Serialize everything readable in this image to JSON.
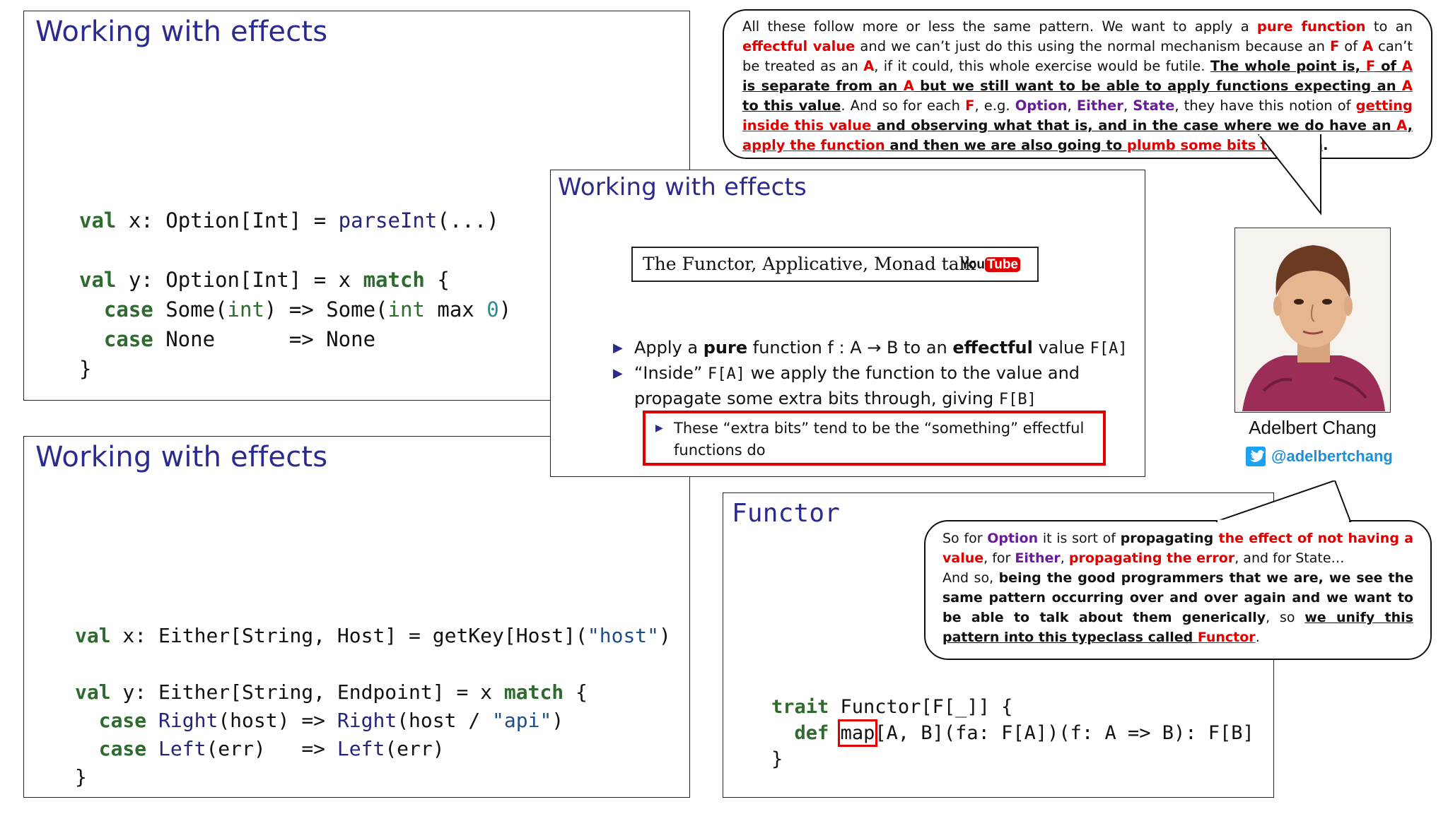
{
  "slide1": {
    "title": "Working with effects",
    "line1": {
      "kw": "val",
      "rest1": " x: Option[Int] = ",
      "fn": "parseInt",
      "rest2": "(...)"
    },
    "line2": {
      "kw": "val",
      "rest1": " y: Option[Int] = x ",
      "kw2": "match",
      "rest2": " {"
    },
    "line3": {
      "kw": "case",
      "a": " Some(",
      "b": "int",
      "c": ") => Some(",
      "d": "int",
      "e": " max ",
      "f": "0",
      "g": ")"
    },
    "line4": {
      "kw": "case",
      "rest": " None      => None"
    },
    "line5": "}"
  },
  "slide2": {
    "title": "Working with effects",
    "line1": {
      "kw": "val",
      "rest1": " x: Either[String, Host] = getKey[Host](",
      "str": "\"host\"",
      "rest2": ")"
    },
    "line2": {
      "kw": "val",
      "rest1": " y: Either[String, Endpoint] = x ",
      "kw2": "match",
      "rest2": " {"
    },
    "line3": {
      "kw": "case",
      "a": " ",
      "b": "Right",
      "c": "(host) => ",
      "d": "Right",
      "e": "(host / ",
      "str": "\"api\"",
      "f": ")"
    },
    "line4": {
      "kw": "case",
      "a": " ",
      "b": "Left",
      "c": "(err)   => ",
      "d": "Left",
      "e": "(err)"
    },
    "line5": "}"
  },
  "slide3": {
    "title": "Working with effects",
    "talk_box": "The Functor, Applicative, Monad talk",
    "youtube_logo": "YouTube",
    "bullet1": {
      "a": "Apply a ",
      "pure": "pure",
      "b": " function f : A → B to an ",
      "effectful": "effectful",
      "c": " value ",
      "code": "F[A]"
    },
    "bullet2": {
      "a": "“Inside” ",
      "code1": "F[A]",
      "b": " we apply the function to the value and propagate some extra bits through, giving ",
      "code2": "F[B]"
    },
    "sub_bullet": "These “extra bits” tend to be the “something” effectful functions do"
  },
  "slide4": {
    "title": "Functor",
    "line1": {
      "kw": "trait",
      "rest": " Functor[F[_]] {"
    },
    "line2": {
      "kw": "def",
      "sp": " ",
      "map": "map",
      "rest": "[A, B](fa: F[A])(f: A => B): F[B]"
    },
    "line3": "}"
  },
  "bubble_top": {
    "t1": "All these follow more or less the same pattern. We want to apply a ",
    "r1": "pure function",
    "t2": " to an ",
    "r2": "effectful value",
    "t3": " and we can’t just do this using the normal mechanism because an ",
    "r3": "F",
    "t4": " of ",
    "r4": "A",
    "t5": " can’t be treated as an ",
    "r5": "A",
    "t6": ", if it could, this whole exercise would be futile. ",
    "u1": "The whole point is, ",
    "r6": "F",
    "u2": " of ",
    "r7": "A",
    "u3": " is separate from an ",
    "r8": "A",
    "u4": " but we still want to be able to apply functions expecting an ",
    "r9": "A",
    "u5": " to this value",
    "t7": ". And so for each ",
    "r10": "F",
    "t8": ", e.g. ",
    "p1": "Option",
    "t9": ", ",
    "p2": "Either",
    "t10": ", ",
    "p3": "State",
    "t11": ", they have this notion of ",
    "r11": " getting inside this value",
    "u6": " and observing what that is, and in the case where we do have an ",
    "r12": "A",
    "u7": ", ",
    "r13": "apply the function",
    "u8": " and then we are also going to ",
    "r14": "plumb some bits through",
    "t12": "."
  },
  "bubble_bottom": {
    "t1": "So for ",
    "p1": "Option",
    "t2": " it is sort of ",
    "b1": "propagating",
    "r1": " the effect of not having a value",
    "t3": ", for ",
    "p2": "Either",
    "t4": ", ",
    "r2": "propagating the error",
    "t5": ", and for State…",
    "t6": "And so, ",
    "b2": "being the good programmers that we are, we see the same pattern occurring over and over again and we want to be able to talk about them generically",
    "t7": ", so ",
    "u1": "we unify this pattern into this typeclass called ",
    "r3": "Functor",
    "t8": "."
  },
  "speaker": {
    "name": "Adelbert Chang",
    "handle": "@adelbertchang"
  },
  "colors": {
    "title_blue": "#2b2b8f",
    "keyword_green": "#2f6b2f",
    "highlight_red": "#e00000",
    "type_purple": "#6a1b9a",
    "twitter_blue": "#1da1f2"
  }
}
